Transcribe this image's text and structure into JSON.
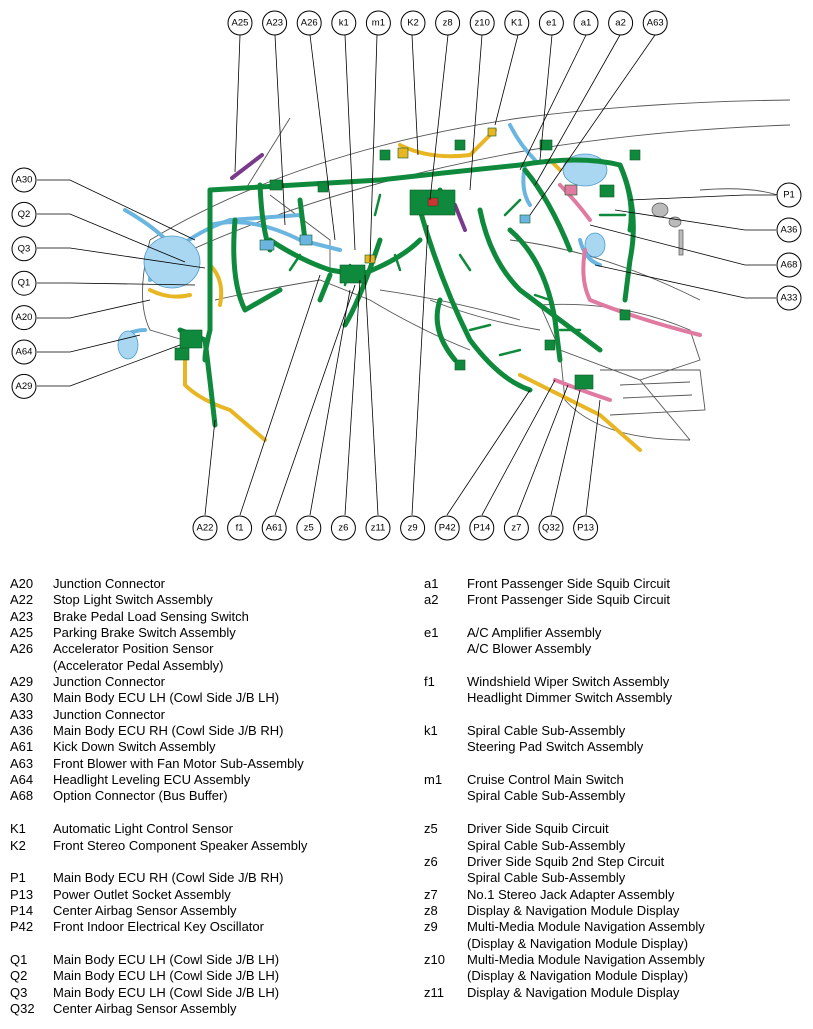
{
  "callouts": {
    "top": [
      "A25",
      "A23",
      "A26",
      "k1",
      "m1",
      "K2",
      "z8",
      "z10",
      "K1",
      "e1",
      "a1",
      "a2",
      "A63"
    ],
    "left": [
      "A30",
      "Q2",
      "Q3",
      "Q1",
      "A20",
      "A64",
      "A29"
    ],
    "right": [
      "P1",
      "A36",
      "A68",
      "A33"
    ],
    "bottom": [
      "A22",
      "f1",
      "A61",
      "z5",
      "z6",
      "z11",
      "z9",
      "P42",
      "P14",
      "z7",
      "Q32",
      "P13"
    ]
  },
  "colors": {
    "harness_green": "#0f8a3c",
    "harness_blue": "#6bb6e0",
    "harness_yellow": "#e8b623",
    "harness_pink": "#e07aa0",
    "harness_purple": "#7a3a8c",
    "body_outline": "#555555"
  },
  "legend_left": [
    {
      "code": "A20",
      "names": [
        "Junction Connector"
      ]
    },
    {
      "code": "A22",
      "names": [
        "Stop Light Switch Assembly"
      ]
    },
    {
      "code": "A23",
      "names": [
        "Brake Pedal Load Sensing Switch"
      ]
    },
    {
      "code": "A25",
      "names": [
        "Parking Brake Switch Assembly"
      ]
    },
    {
      "code": "A26",
      "names": [
        "Accelerator Position Sensor",
        "(Accelerator Pedal Assembly)"
      ]
    },
    {
      "code": "A29",
      "names": [
        "Junction Connector"
      ]
    },
    {
      "code": "A30",
      "names": [
        "Main Body ECU LH (Cowl Side J/B LH)"
      ]
    },
    {
      "code": "A33",
      "names": [
        "Junction Connector"
      ]
    },
    {
      "code": "A36",
      "names": [
        "Main Body ECU RH (Cowl Side J/B RH)"
      ]
    },
    {
      "code": "A61",
      "names": [
        "Kick Down Switch Assembly"
      ]
    },
    {
      "code": "A63",
      "names": [
        "Front Blower with Fan Motor Sub-Assembly"
      ]
    },
    {
      "code": "A64",
      "names": [
        "Headlight Leveling ECU Assembly"
      ]
    },
    {
      "code": "A68",
      "names": [
        "Option Connector (Bus Buffer)"
      ],
      "gap_after": true
    },
    {
      "code": "K1",
      "names": [
        "Automatic Light Control Sensor"
      ]
    },
    {
      "code": "K2",
      "names": [
        "Front Stereo Component Speaker Assembly"
      ],
      "gap_after": true
    },
    {
      "code": "P1",
      "names": [
        "Main Body ECU RH (Cowl Side J/B RH)"
      ]
    },
    {
      "code": "P13",
      "names": [
        "Power Outlet Socket Assembly"
      ]
    },
    {
      "code": "P14",
      "names": [
        "Center Airbag Sensor Assembly"
      ]
    },
    {
      "code": "P42",
      "names": [
        "Front Indoor Electrical Key Oscillator"
      ],
      "gap_after": true
    },
    {
      "code": "Q1",
      "names": [
        "Main Body ECU LH (Cowl Side J/B LH)"
      ]
    },
    {
      "code": "Q2",
      "names": [
        "Main Body ECU LH (Cowl Side J/B LH)"
      ]
    },
    {
      "code": "Q3",
      "names": [
        "Main Body ECU LH (Cowl Side J/B LH)"
      ]
    },
    {
      "code": "Q32",
      "names": [
        "Center Airbag Sensor Assembly"
      ]
    }
  ],
  "legend_right": [
    {
      "code": "a1",
      "names": [
        "Front Passenger Side Squib Circuit"
      ]
    },
    {
      "code": "a2",
      "names": [
        "Front Passenger Side Squib Circuit"
      ],
      "gap_after": true
    },
    {
      "code": "e1",
      "names": [
        "A/C Amplifier Assembly",
        "A/C Blower Assembly"
      ],
      "gap_after": true
    },
    {
      "code": "f1",
      "names": [
        "Windshield Wiper Switch Assembly",
        "Headlight Dimmer Switch Assembly"
      ],
      "gap_after": true
    },
    {
      "code": "k1",
      "names": [
        "Spiral Cable Sub-Assembly",
        "Steering Pad Switch Assembly"
      ],
      "gap_after": true
    },
    {
      "code": "m1",
      "names": [
        "Cruise Control Main Switch",
        "Spiral Cable Sub-Assembly"
      ],
      "gap_after": true
    },
    {
      "code": "z5",
      "names": [
        "Driver Side Squib Circuit",
        "Spiral Cable Sub-Assembly"
      ]
    },
    {
      "code": "z6",
      "names": [
        "Driver Side Squib 2nd Step Circuit",
        "Spiral Cable Sub-Assembly"
      ]
    },
    {
      "code": "z7",
      "names": [
        "No.1 Stereo Jack Adapter Assembly"
      ]
    },
    {
      "code": "z8",
      "names": [
        "Display & Navigation Module Display"
      ]
    },
    {
      "code": "z9",
      "names": [
        "Multi-Media Module Navigation Assembly",
        "(Display & Navigation Module Display)"
      ]
    },
    {
      "code": "z10",
      "names": [
        "Multi-Media Module Navigation Assembly",
        "(Display & Navigation Module Display)"
      ]
    },
    {
      "code": "z11",
      "names": [
        "Display & Navigation Module Display"
      ]
    }
  ]
}
